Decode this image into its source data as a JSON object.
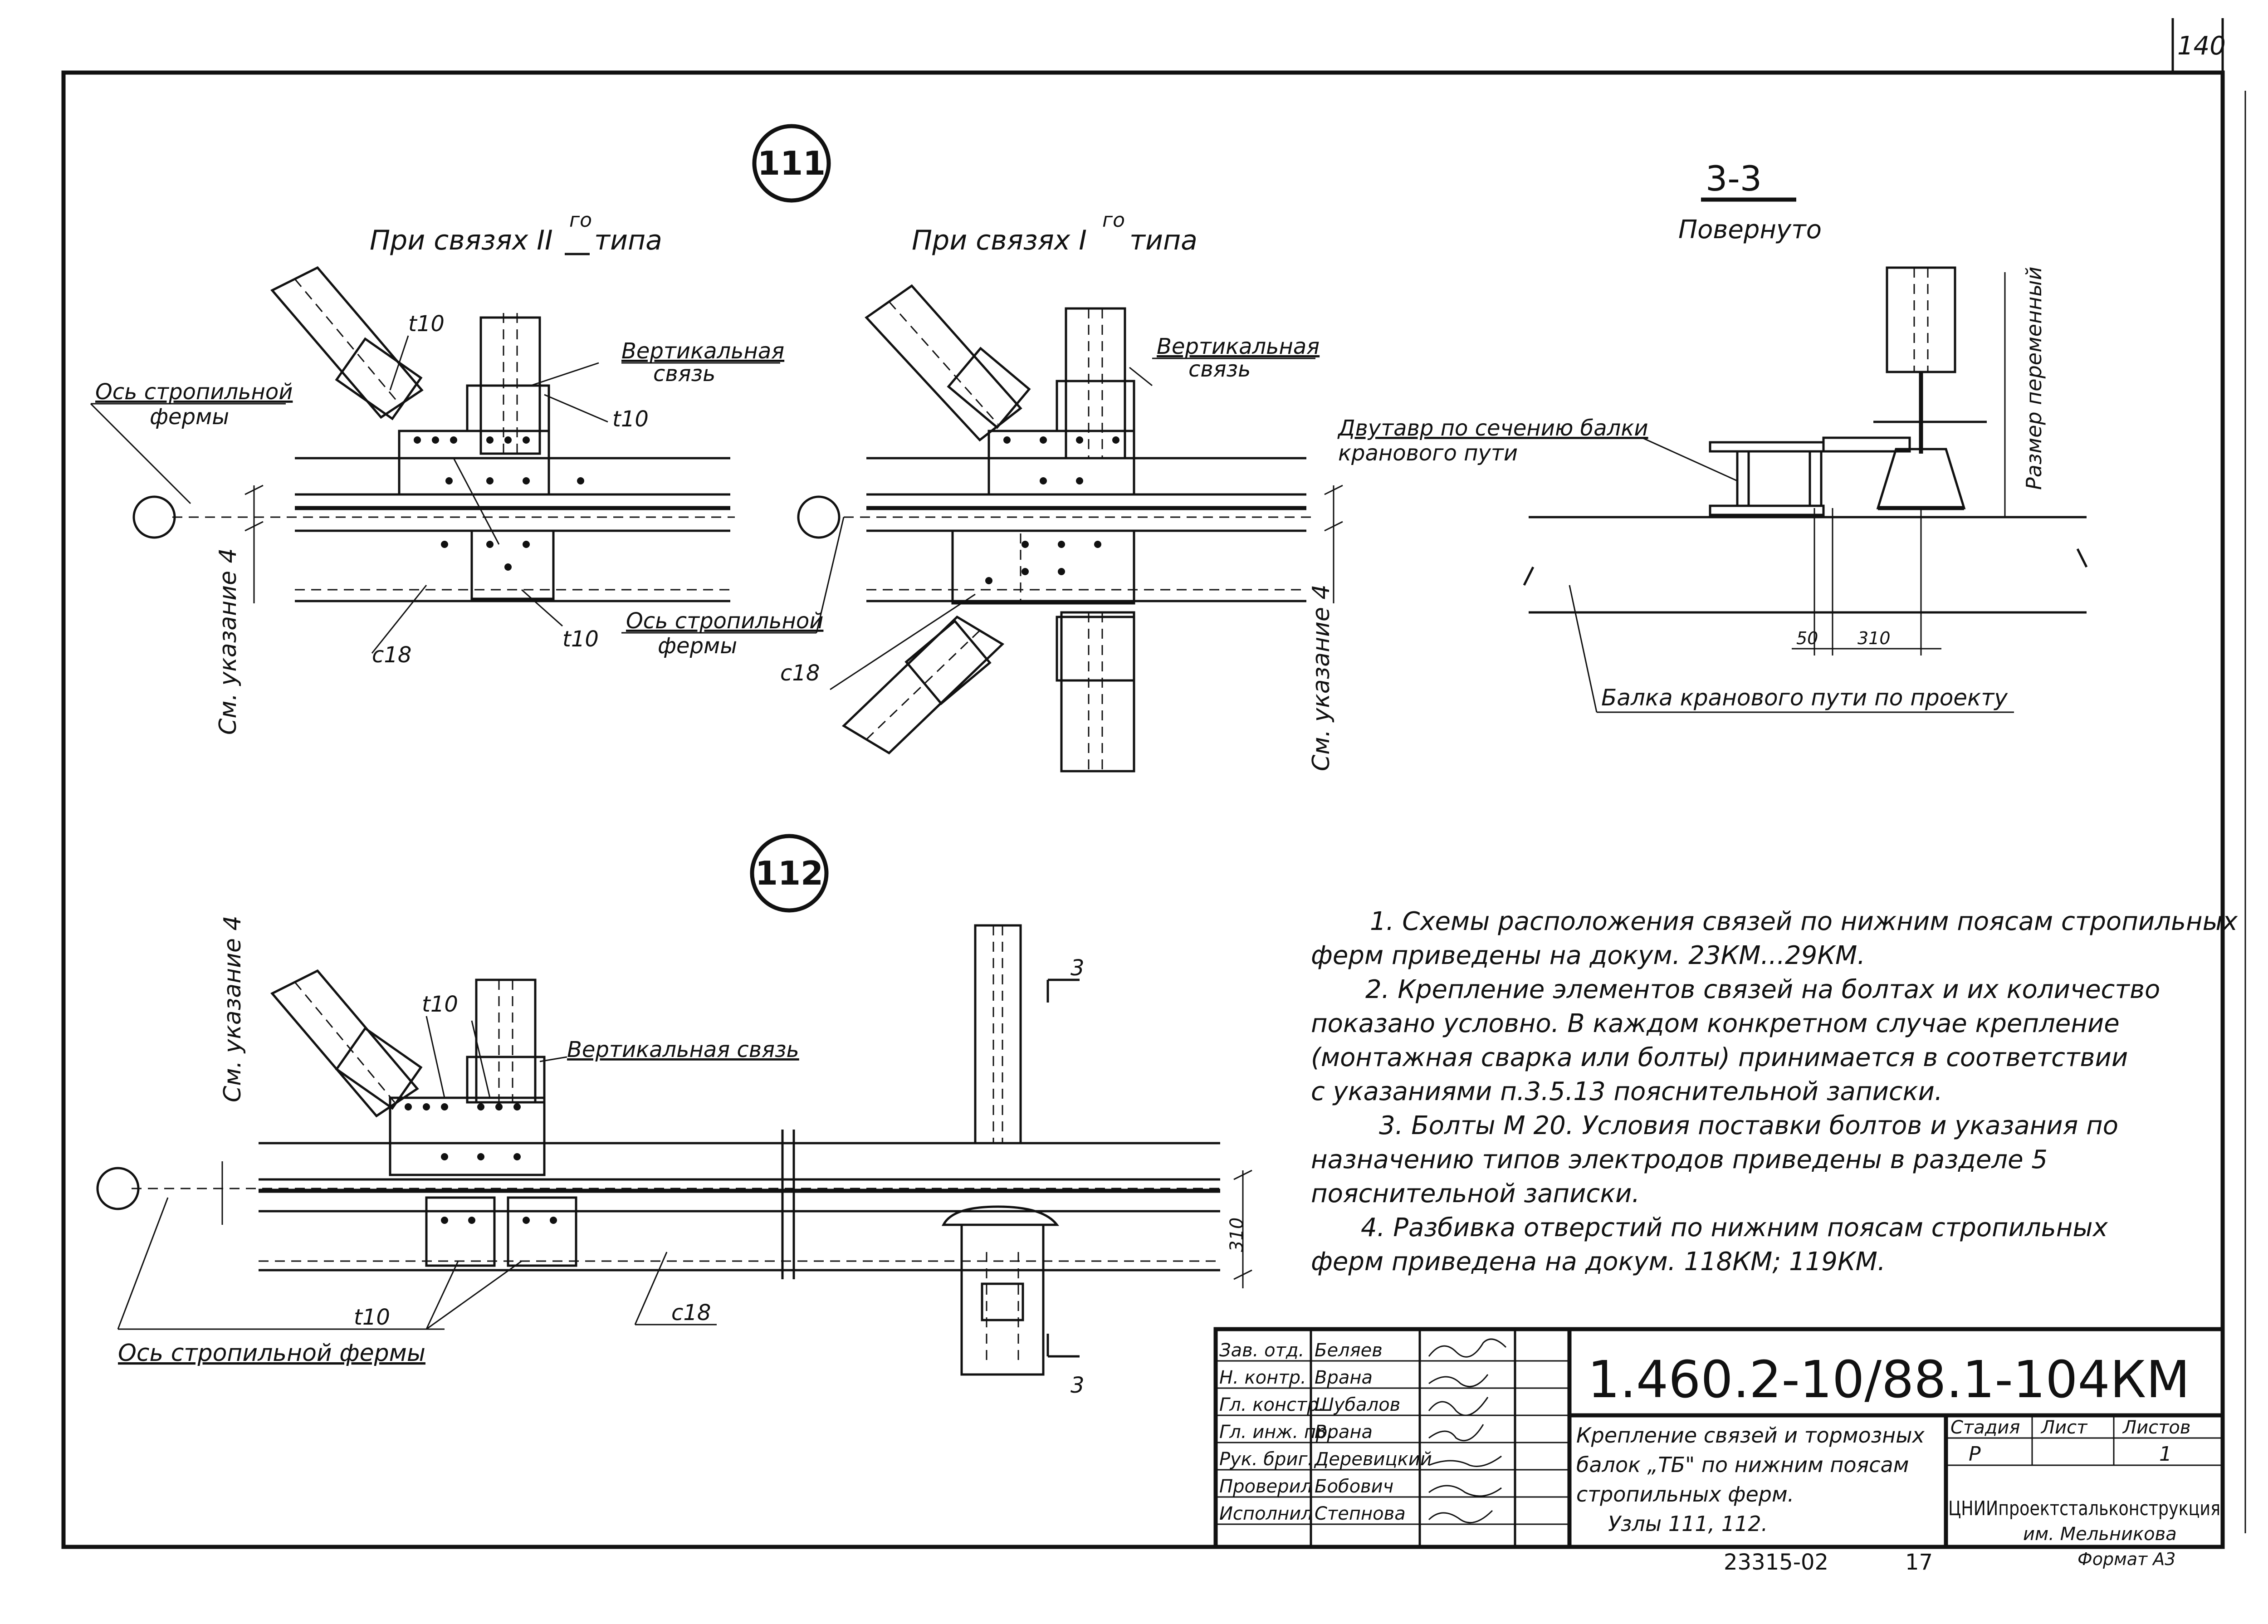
{
  "sheet": {
    "page_no": "140"
  },
  "node111": {
    "id": "111",
    "left_title": "При связях II",
    "left_sup": "го",
    "left_title_end": "типа",
    "right_title": "При связях I",
    "right_sup": "го",
    "right_title_end": "типа",
    "vert_brace": [
      "Вертикальная",
      "связь"
    ],
    "truss_axis": [
      "Ось стропильной",
      "фермы"
    ],
    "t10": "t10",
    "c18": "с18",
    "see_note4": "См. указание 4"
  },
  "section33": {
    "title": "3-3",
    "rotated": "Повернуто",
    "ibeam": [
      "Двутавр по сечению балки",
      "кранового пути"
    ],
    "var_size": "Размер переменный",
    "dim_50": "50",
    "dim_310": "310",
    "crane_beam": "Балка кранового пути по проекту"
  },
  "node112": {
    "id": "112",
    "vert_brace": "Вертикальная связь",
    "truss_axis": "Ось стропильной фермы",
    "t10": "t10",
    "c18": "с18",
    "see_note4": "См. указание 4",
    "dim_310": "310",
    "cut_mark": "3"
  },
  "notes": [
    "1. Схемы расположения связей по нижним поясам стропильных",
    "ферм приведены на докум. 23КМ...29КМ.",
    "2. Крепление элементов связей на болтах и их количество",
    "показано условно. В каждом конкретном случае крепление",
    "(монтажная сварка или болты) принимается в соответствии",
    "с указаниями п.3.5.13 пояснительной записки.",
    "3. Болты М 20. Условия поставки болтов и указания по",
    "назначению типов электродов приведены в разделе 5",
    "пояснительной записки.",
    "4. Разбивка отверстий по нижним поясам стропильных",
    "ферм приведена на докум. 118КМ; 119КМ."
  ],
  "title_block": {
    "doc_code": "1.460.2-10/88.1-104КМ",
    "roles": [
      "Зав. отд.",
      "Н. контр.",
      "Гл. констр.",
      "Гл. инж. пр.",
      "Рук. бриг.",
      "Проверил",
      "Исполнил"
    ],
    "names": [
      "Беляев",
      "Врана",
      "Шубалов",
      "Врана",
      "Деревицкий",
      "Бобович",
      "Степнова"
    ],
    "description": [
      "Крепление связей и тормозных",
      "балок „ТБ\" по нижним поясам",
      "стропильных ферм.",
      "Узлы 111, 112."
    ],
    "col_stage": "Стадия",
    "col_sheet": "Лист",
    "col_sheets": "Листов",
    "stage": "Р",
    "sheets": "1",
    "org": "ЦНИИпроектстальконструкция",
    "org_sub": "им. Мельникова",
    "format": "Формат А3",
    "inv": "23315-02",
    "page": "17"
  }
}
